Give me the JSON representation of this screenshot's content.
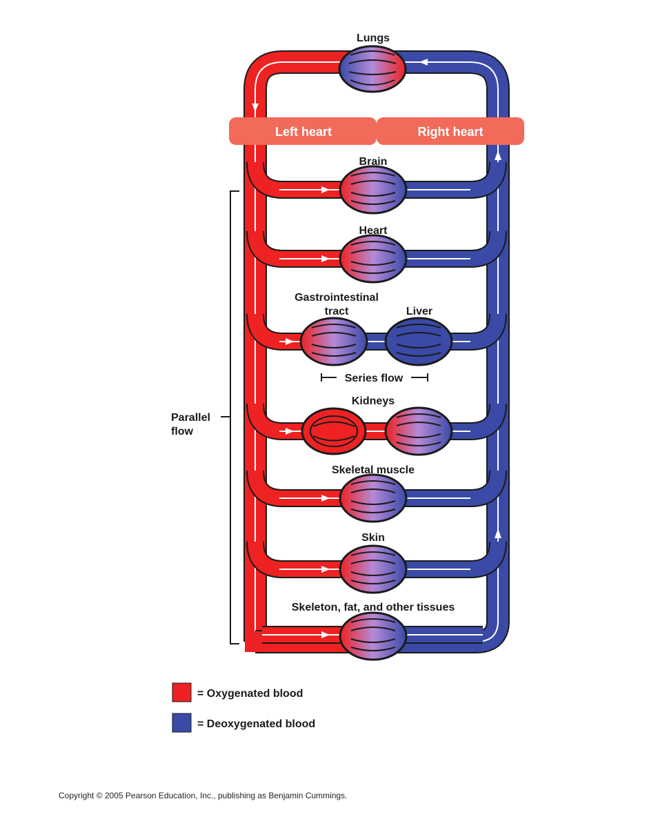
{
  "colors": {
    "oxygenated": "#ee2222",
    "deoxygenated": "#3a4aa6",
    "heart_box": "#f26a5a",
    "mixed": "#b48ad8"
  },
  "lungs_label": "Lungs",
  "left_heart_label": "Left heart",
  "right_heart_label": "Right heart",
  "organs": [
    {
      "key": "brain",
      "label": "Brain"
    },
    {
      "key": "heart",
      "label": "Heart"
    },
    {
      "key": "gi",
      "label_line1": "Gastrointestinal",
      "label_line2": "tract"
    },
    {
      "key": "liver",
      "label": "Liver"
    },
    {
      "key": "kidneys",
      "label": "Kidneys"
    },
    {
      "key": "skeletal-muscle",
      "label": "Skeletal muscle"
    },
    {
      "key": "skin",
      "label": "Skin"
    },
    {
      "key": "skeleton",
      "label": "Skeleton, fat, and other tissues"
    }
  ],
  "series_flow_label": "Series flow",
  "parallel_flow_line1": "Parallel",
  "parallel_flow_line2": "flow",
  "legend": [
    {
      "label": "= Oxygenated blood"
    },
    {
      "label": "= Deoxygenated blood"
    }
  ],
  "copyright": "Copyright © 2005 Pearson Education, Inc., publishing as Benjamin Cummings."
}
